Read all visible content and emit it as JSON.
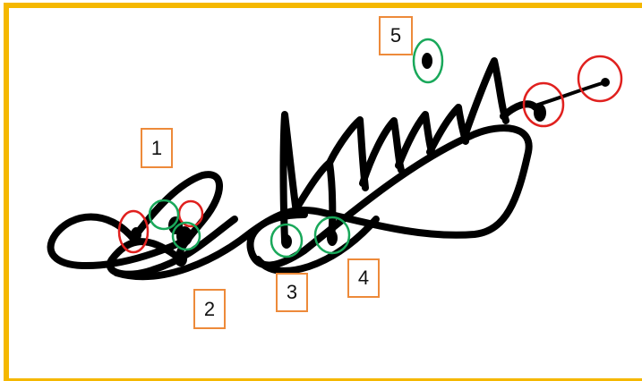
{
  "colors": {
    "frame": "#f5b800",
    "ink": "#000000",
    "label_border": "#ed8a3a",
    "marker_red": "#e0201e",
    "marker_green": "#19a85a"
  },
  "labels": [
    "1",
    "2",
    "3",
    "4",
    "5"
  ],
  "markers": {
    "red_count": 4,
    "green_count": 5
  }
}
